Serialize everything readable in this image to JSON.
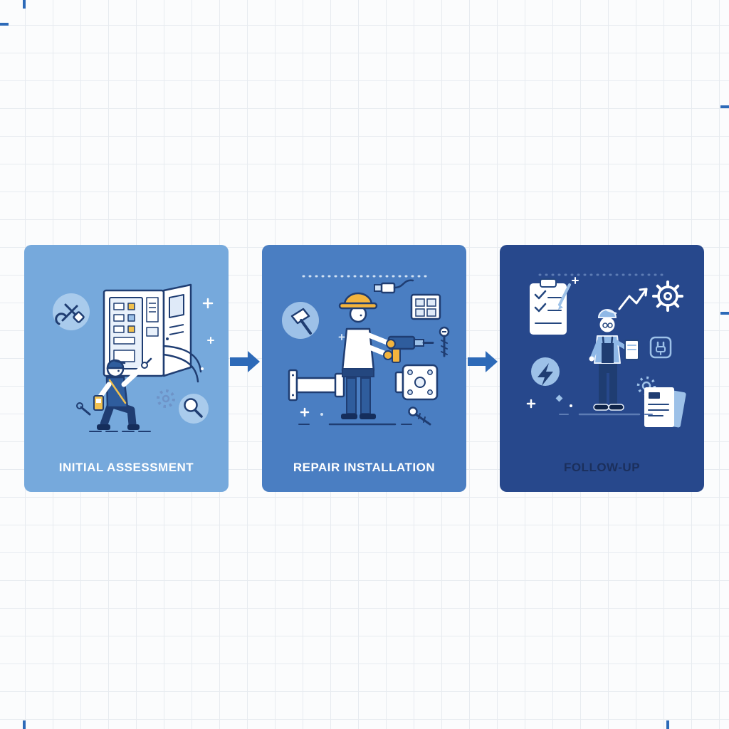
{
  "page": {
    "background_color": "#fbfcfd",
    "grid_line_color": "#e7ebf0"
  },
  "diagram": {
    "type": "process-flow",
    "arrow_color": "#2d6ab8",
    "tick_color": "#2d6ab8",
    "steps": [
      {
        "label": "INITIAL ASSESSMENT",
        "card_color": "#76a9dc",
        "label_color": "#ffffff",
        "icons": [
          "wrench-screwdriver-badge-icon",
          "electrical-panel-icon",
          "open-panel-door-icon",
          "kneeling-technician-figure",
          "multimeter-icon",
          "magnifier-badge-icon",
          "gear-icon",
          "sparkle-icon"
        ]
      },
      {
        "label": "REPAIR INSTALLATION",
        "card_color": "#4a7ec2",
        "label_color": "#ffffff",
        "icons": [
          "hammer-badge-icon",
          "worker-with-drill-figure",
          "hard-hat-icon",
          "drill-icon",
          "pipe-flange-icon",
          "bolt-plate-icon",
          "breaker-box-icon",
          "wire-connector-icon",
          "screw-icon",
          "sparkle-icon"
        ]
      },
      {
        "label": "FOLLOW-UP",
        "card_color": "#27488c",
        "label_color": "#1b2f5c",
        "icons": [
          "checklist-clipboard-icon",
          "pencil-icon",
          "growth-arrow-icon",
          "gear-icon",
          "technician-with-tablet-figure",
          "tablet-icon",
          "lightning-badge-icon",
          "plug-box-icon",
          "small-gear-icon",
          "document-stack-icon",
          "sparkle-icon"
        ]
      }
    ]
  }
}
